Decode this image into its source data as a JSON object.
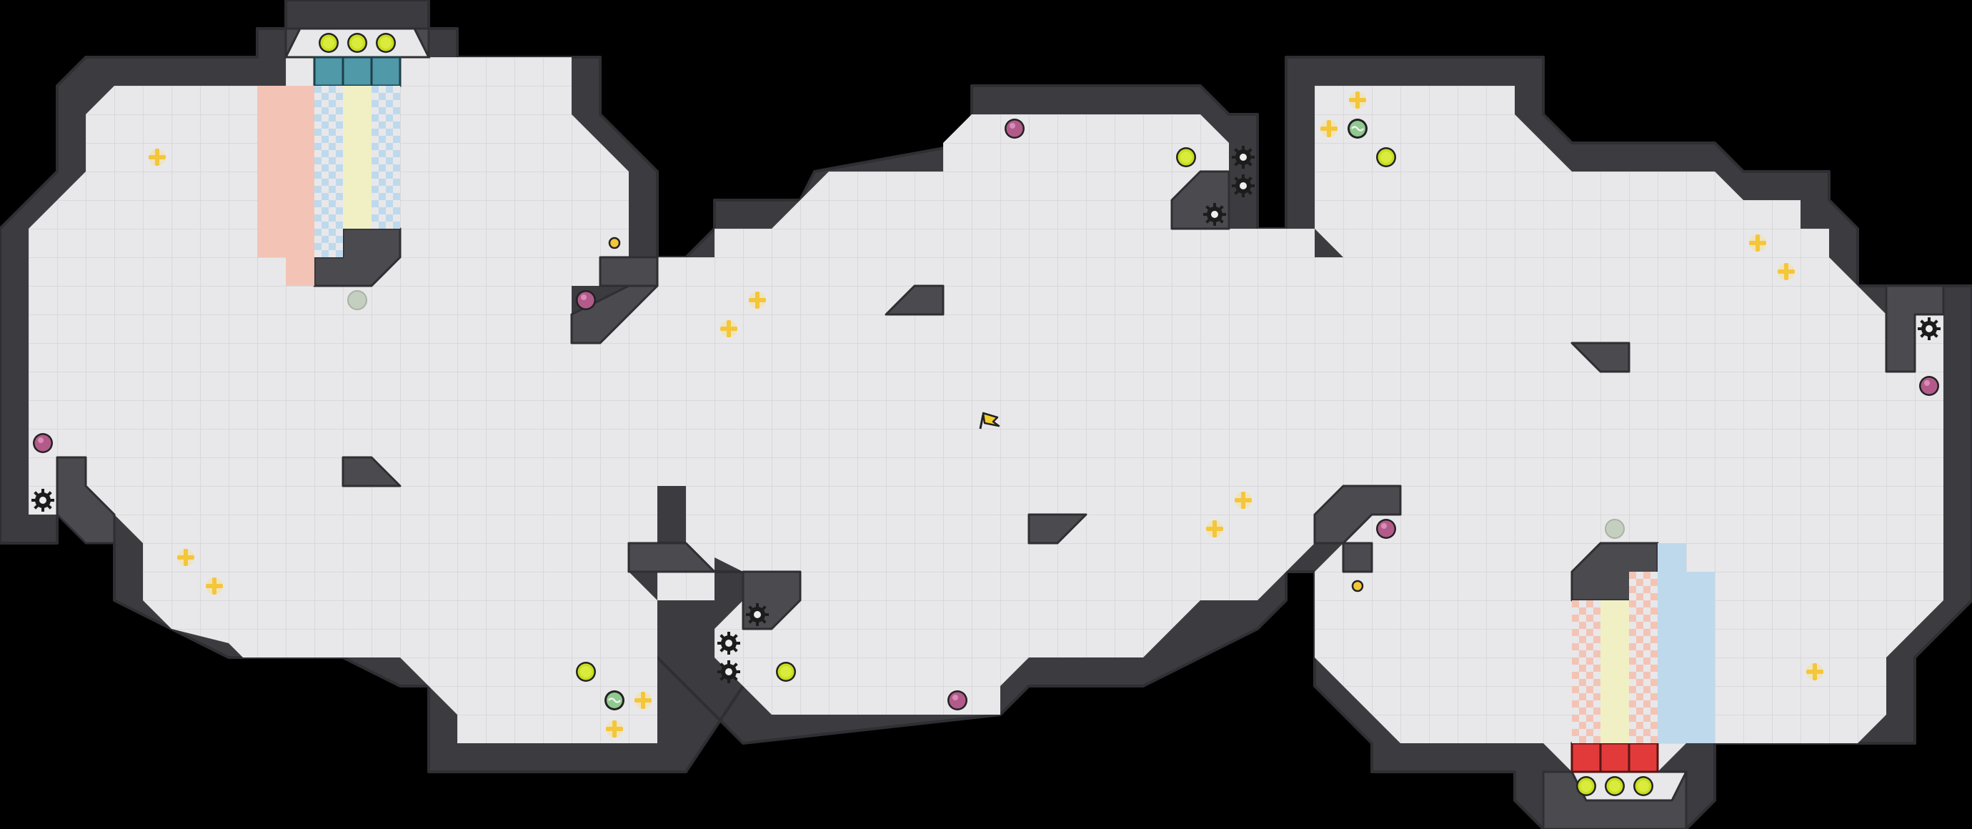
{
  "game": {
    "title": "",
    "teams": {
      "blue": {
        "name": "blue",
        "color": "#4f99a9",
        "light": "#bfd9ec"
      },
      "red": {
        "name": "red",
        "color": "#e23a3a",
        "light": "#f3c4b6"
      }
    },
    "colors": {
      "background": "#000000",
      "floor": "#e8e8ea",
      "grid": "#d4d4d8",
      "wall": "#4a4a4f",
      "wall_edge": "#2f2f33",
      "boost_yellow": "#f4c63a",
      "ball_gold": "#c9de1f",
      "bomb": "#b25b8a",
      "spike": "#1c1c1c",
      "portal": "#8fc98f",
      "flag": "#f2d02b"
    },
    "objects": {
      "flags": [
        "neutral-flag"
      ],
      "blue_spawns": 3,
      "red_spawns": 3,
      "spawn_balls_per_team": 3
    }
  }
}
